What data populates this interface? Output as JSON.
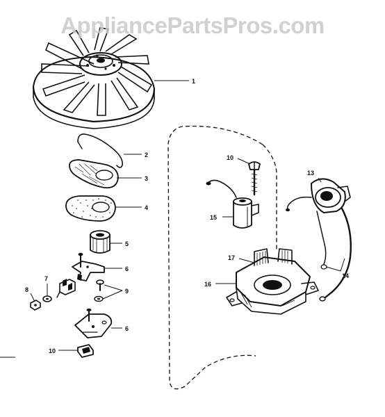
{
  "watermark": "AppliancePartsPros.com",
  "callouts": {
    "p1": "1",
    "p2": "2",
    "p3": "3",
    "p4": "4",
    "p5": "5",
    "p6a": "6",
    "p6b": "6",
    "p7": "7",
    "p8": "8",
    "p9": "9",
    "p10a": "10",
    "p10b": "10",
    "p13": "13",
    "p14": "14",
    "p15": "15",
    "p16": "16",
    "p17": "17"
  },
  "colors": {
    "ink": "#111111",
    "watermark": "#c9c9c9",
    "background": "#ffffff"
  }
}
